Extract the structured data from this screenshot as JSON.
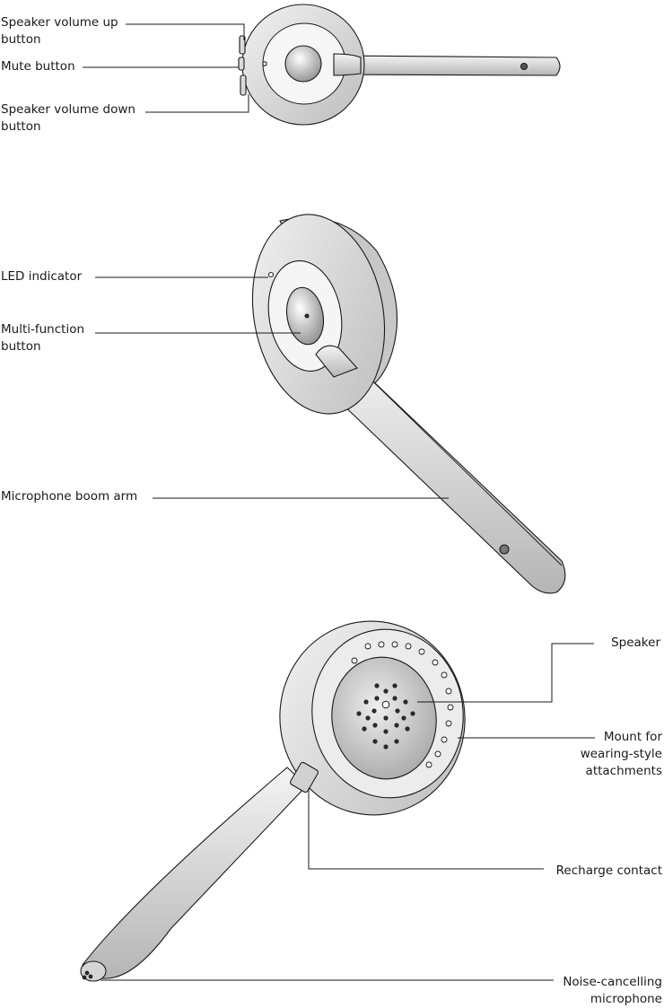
{
  "callouts": {
    "vol_up": [
      "Speaker volume up",
      "button"
    ],
    "mute": "Mute button",
    "vol_down": [
      "Speaker volume down",
      "button"
    ],
    "led": "LED indicator",
    "multi_function": [
      "Multi-function",
      "button"
    ],
    "boom_arm": "Microphone boom arm",
    "speaker": "Speaker",
    "mount": [
      "Mount for",
      "wearing-style",
      "attachments"
    ],
    "recharge": "Recharge contact",
    "mic": [
      "Noise-cancelling",
      "microphone"
    ]
  },
  "colors": {
    "line": "#1a1a1a",
    "body_light": "#e6e6e6",
    "body_mid": "#cfcfcf",
    "body_dark": "#8c8c8c",
    "white": "#ffffff"
  }
}
